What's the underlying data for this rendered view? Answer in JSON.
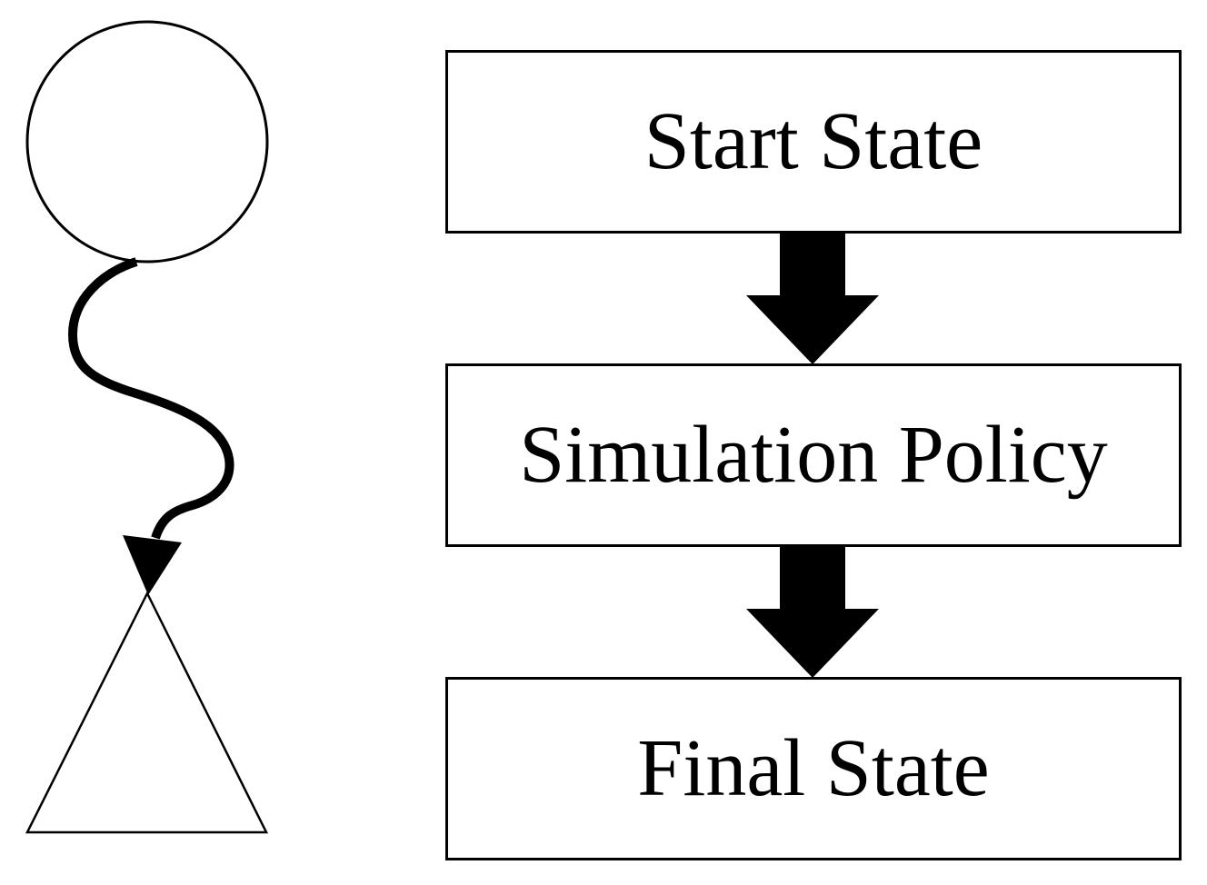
{
  "figure": {
    "boxes": [
      {
        "label": "Start State"
      },
      {
        "label": "Simulation Policy"
      },
      {
        "label": "Final State"
      }
    ],
    "left_shapes": {
      "circle": "circle",
      "squiggly_arrow": "squiggly-arrow",
      "triangle": "triangle"
    },
    "colors": {
      "foreground": "#000000",
      "background": "#ffffff"
    }
  }
}
